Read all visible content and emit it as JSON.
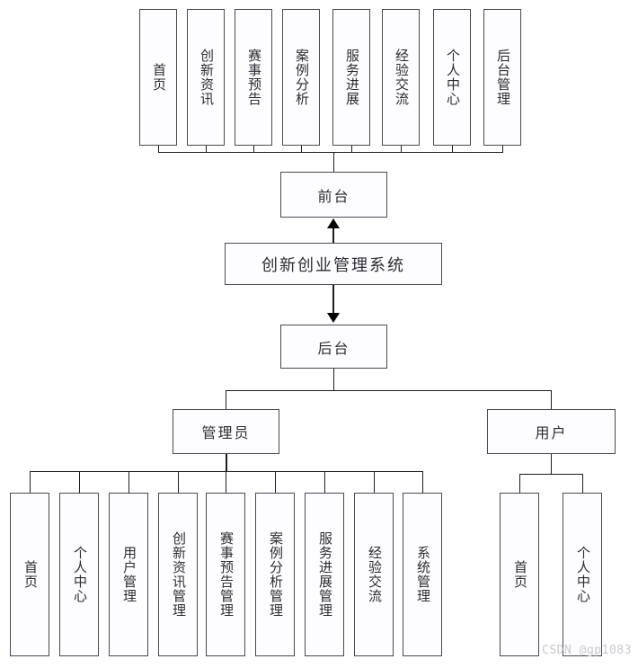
{
  "diagram": {
    "title": "创新创业管理系统",
    "watermark": "CSDN @gp1083",
    "colors": {
      "background": "#ffffff",
      "box_border": "#4a4a52",
      "box_fill": "#fdfdff",
      "line": "#1d1d22",
      "text": "#2b2b33",
      "watermark": "#c9c9cf"
    }
  },
  "root": {
    "label": "创新创业管理系统"
  },
  "frontend": {
    "label": "前台",
    "items": [
      {
        "label": "首页"
      },
      {
        "label": "创新资讯"
      },
      {
        "label": "赛事预告"
      },
      {
        "label": "案例分析"
      },
      {
        "label": "服务进展"
      },
      {
        "label": "经验交流"
      },
      {
        "label": "个人中心"
      },
      {
        "label": "后台管理"
      }
    ]
  },
  "backend": {
    "label": "后台",
    "roles": [
      {
        "label": "管理员",
        "items": [
          {
            "label": "首页"
          },
          {
            "label": "个人中心"
          },
          {
            "label": "用户管理"
          },
          {
            "label": "创新资讯管理"
          },
          {
            "label": "赛事预告管理"
          },
          {
            "label": "案例分析管理"
          },
          {
            "label": "服务进展管理"
          },
          {
            "label": "经验交流"
          },
          {
            "label": "系统管理"
          }
        ]
      },
      {
        "label": "用户",
        "items": [
          {
            "label": "首页"
          },
          {
            "label": "个人中心"
          }
        ]
      }
    ]
  }
}
